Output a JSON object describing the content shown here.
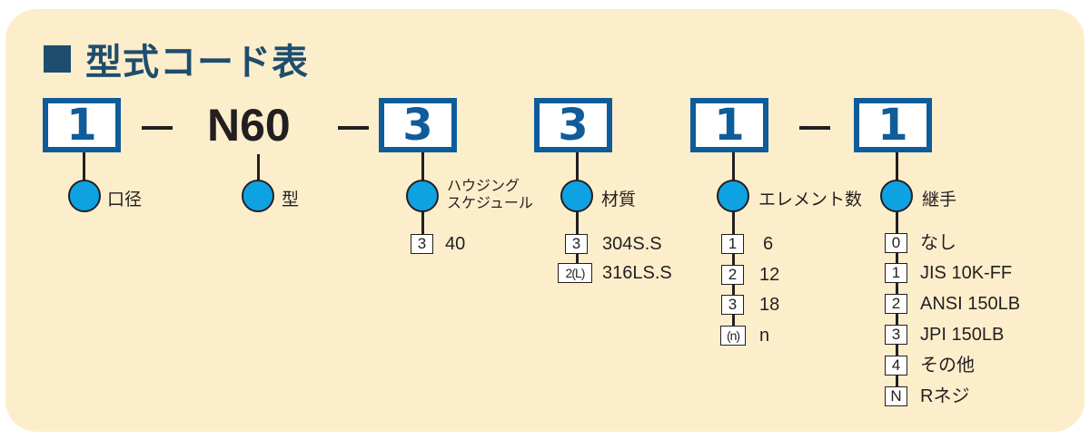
{
  "title": {
    "icon": "square-bullet-icon",
    "text": "型式コード表"
  },
  "colors": {
    "panel_bg": "#fdeecb",
    "title": "#1e4e6e",
    "box_border": "#0f5c9b",
    "dot_fill": "#0ea2e3",
    "line": "#231f20"
  },
  "code": {
    "segments": [
      {
        "value": "1",
        "label": "口径",
        "options": []
      },
      {
        "value": "N60",
        "label": "型",
        "options": []
      },
      {
        "value": "3",
        "label_line1": "ハウジング",
        "label_line2": "スケジュール",
        "options": [
          {
            "key": "3",
            "value": "40"
          }
        ]
      },
      {
        "value": "3",
        "label": "材質",
        "options": [
          {
            "key": "3",
            "value": "304S.S"
          },
          {
            "key": "2(L)",
            "value": "316LS.S"
          }
        ]
      },
      {
        "value": "1",
        "label": "エレメント数",
        "options": [
          {
            "key": "1",
            "value": "6"
          },
          {
            "key": "2",
            "value": "12"
          },
          {
            "key": "3",
            "value": "18"
          },
          {
            "key": "(n)",
            "value": "n"
          }
        ]
      },
      {
        "value": "1",
        "label": "継手",
        "options": [
          {
            "key": "0",
            "value": "なし"
          },
          {
            "key": "1",
            "value": "JIS 10K-FF"
          },
          {
            "key": "2",
            "value": "ANSI 150LB"
          },
          {
            "key": "3",
            "value": "JPI 150LB"
          },
          {
            "key": "4",
            "value": "その他"
          },
          {
            "key": "N",
            "value": "Rネジ"
          }
        ]
      }
    ],
    "separators": [
      "−",
      "−",
      "−"
    ]
  }
}
